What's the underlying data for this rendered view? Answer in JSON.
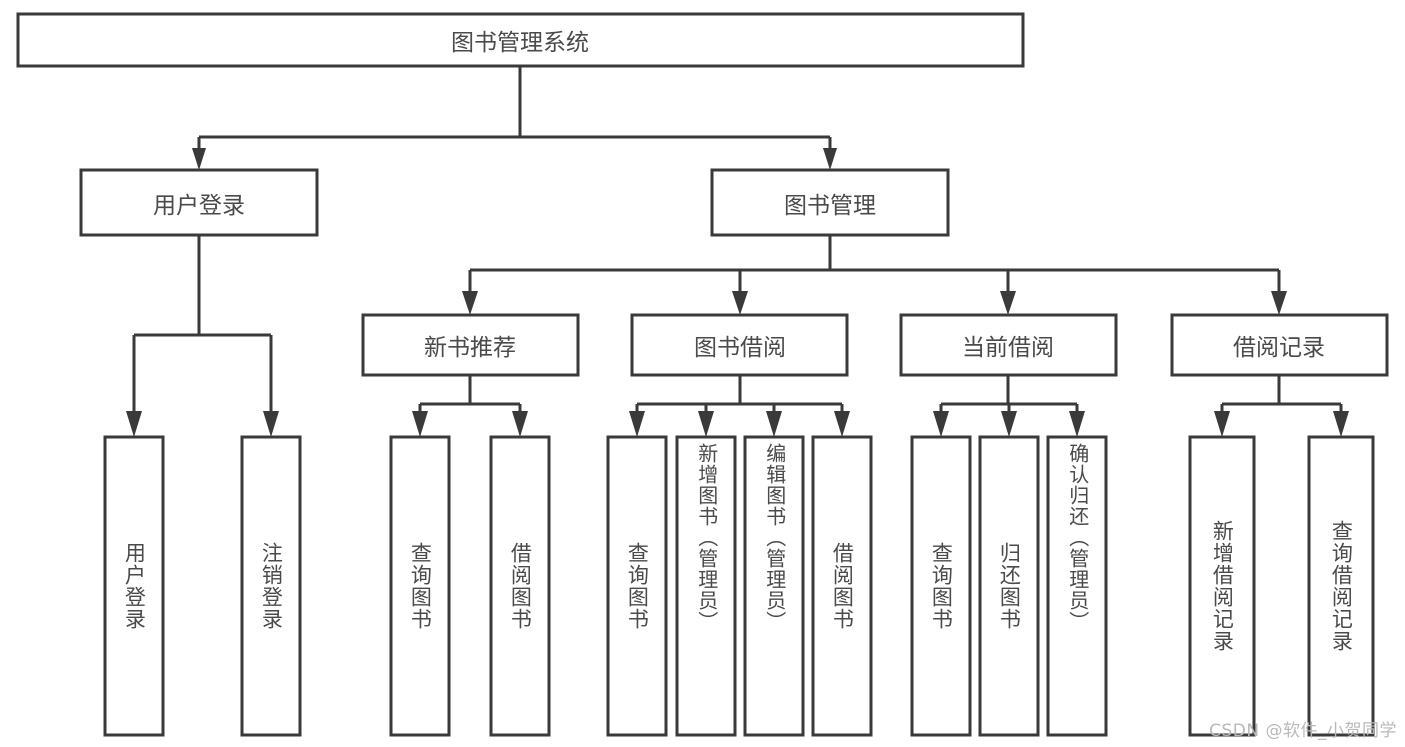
{
  "diagram": {
    "title": "图书管理系统",
    "type": "tree-hierarchy-diagram",
    "watermark": "CSDN @软件_小贺同学",
    "colors": {
      "box_border": "#3a3a3a",
      "box_fill": "#ffffff",
      "text": "#4a4a4a",
      "connector": "#3a3a3a",
      "watermark": "#b9b9b9",
      "background": "#ffffff"
    },
    "root": {
      "label": "图书管理系统",
      "orientation": "horizontal"
    },
    "level2": [
      {
        "label": "用户登录",
        "orientation": "horizontal"
      },
      {
        "label": "图书管理",
        "orientation": "horizontal"
      }
    ],
    "level3": [
      {
        "label": "新书推荐",
        "orientation": "horizontal"
      },
      {
        "label": "图书借阅",
        "orientation": "horizontal"
      },
      {
        "label": "当前借阅",
        "orientation": "horizontal"
      },
      {
        "label": "借阅记录",
        "orientation": "horizontal"
      }
    ],
    "leaves": {
      "user_login": [
        {
          "label": "用户登录",
          "orientation": "vertical"
        },
        {
          "label": "注销登录",
          "orientation": "vertical"
        }
      ],
      "new_book_recommend": [
        {
          "label": "查询图书",
          "orientation": "vertical"
        },
        {
          "label": "借阅图书",
          "orientation": "vertical"
        }
      ],
      "book_borrow": [
        {
          "label": "查询图书",
          "orientation": "vertical"
        },
        {
          "label": "新增图书（管理员）",
          "orientation": "vertical"
        },
        {
          "label": "编辑图书（管理员）",
          "orientation": "vertical"
        },
        {
          "label": "借阅图书",
          "orientation": "vertical"
        }
      ],
      "current_borrow": [
        {
          "label": "查询图书",
          "orientation": "vertical"
        },
        {
          "label": "归还图书",
          "orientation": "vertical"
        },
        {
          "label": "确认归还（管理员）",
          "orientation": "vertical"
        }
      ],
      "borrow_record": [
        {
          "label": "新增借阅记录",
          "orientation": "vertical"
        },
        {
          "label": "查询借阅记录",
          "orientation": "vertical"
        }
      ]
    }
  }
}
